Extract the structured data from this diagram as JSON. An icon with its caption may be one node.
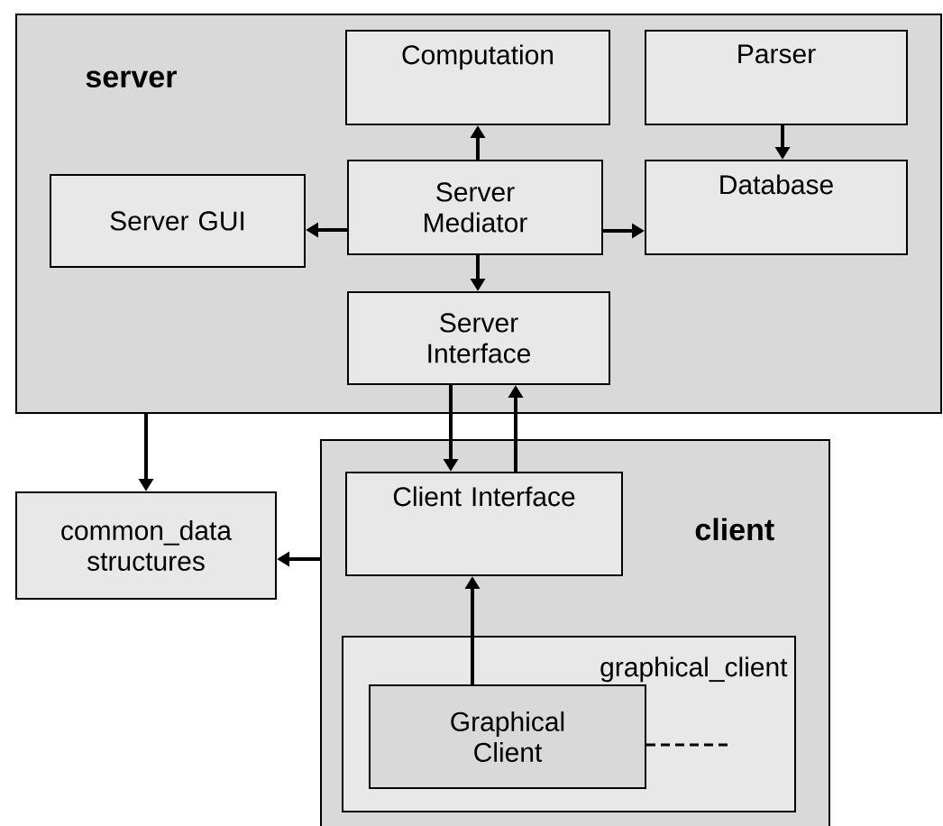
{
  "diagram": {
    "nodes": [
      {
        "text": [
          "server"
        ]
      },
      {
        "text": [
          "Computation"
        ],
        "in": 0
      },
      {
        "text": [
          "Parser"
        ],
        "in": 0
      },
      {
        "text": [
          "Server GUI"
        ],
        "in": 0
      },
      {
        "text": [
          "Server Mediator"
        ],
        "in": 0
      },
      {
        "text": [
          "Database"
        ],
        "in": 0
      },
      {
        "text": [
          "Server Interface"
        ],
        "in": 0
      },
      {
        "text": [
          "common_data structures"
        ]
      },
      {
        "text": [
          "client"
        ]
      },
      {
        "text": [
          "Client Interface"
        ],
        "in": 8
      },
      {
        "text": [
          "graphical_client"
        ],
        "in": 8
      },
      {
        "text": [
          "Graphical Client"
        ],
        "in": 10
      }
    ],
    "edges": [
      {
        "from": 4,
        "to": 1,
        "arrow": "to"
      },
      {
        "from": 2,
        "to": 5,
        "arrow": "to"
      },
      {
        "from": 4,
        "to": 3,
        "arrow": "to"
      },
      {
        "from": 4,
        "to": 5,
        "arrow": "to"
      },
      {
        "from": 4,
        "to": 6,
        "arrow": "to"
      },
      {
        "from": 6,
        "to": 9,
        "arrow": "to"
      },
      {
        "from": 9,
        "to": 6,
        "arrow": "to"
      },
      {
        "from": 0,
        "to": 7,
        "arrow": "to"
      },
      {
        "from": 8,
        "to": 7,
        "arrow": "to"
      },
      {
        "from": 11,
        "to": 9,
        "arrow": "to"
      },
      {
        "from": 11,
        "to": null,
        "arrow": "none",
        "style": "dashed"
      }
    ]
  }
}
